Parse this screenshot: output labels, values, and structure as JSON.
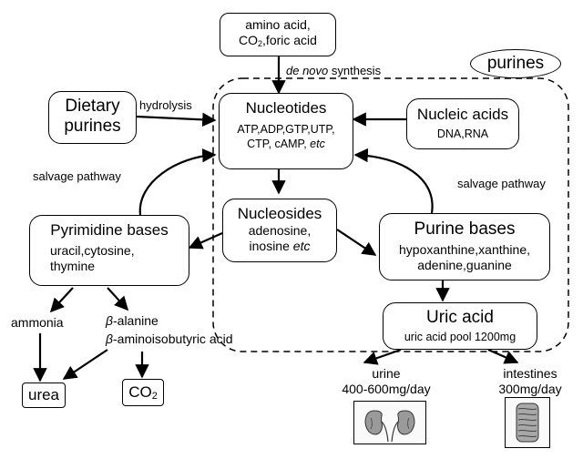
{
  "precursors": {
    "line1": "amino acid,",
    "line2_a": "CO",
    "line2_sub": "2",
    "line2_b": ",foric acid"
  },
  "de_novo": "de novo",
  "de_novo_rest": " synthesis",
  "purines_label": "purines",
  "dietary": {
    "line1": "Dietary",
    "line2": "purines"
  },
  "hydrolysis": "hydrolysis",
  "nucleotides": {
    "title": "Nucleotides",
    "line1": "ATP,ADP,GTP,UTP,",
    "line2_a": "CTP, cAMP, ",
    "line2_it": "etc"
  },
  "nucleic_acids": {
    "title": "Nucleic acids",
    "sub": "DNA,RNA"
  },
  "salvage_left": "salvage pathway",
  "salvage_right": "salvage pathway",
  "nucleosides": {
    "title": "Nucleosides",
    "line1": "adenosine,",
    "line2_a": "inosine ",
    "line2_it": "etc"
  },
  "pyrimidine": {
    "title": "Pyrimidine bases",
    "line1": "uracil,cytosine,",
    "line2": "thymine"
  },
  "purine_bases": {
    "title": "Purine bases",
    "line1": "hypoxanthine,xanthine,",
    "line2": "adenine,guanine"
  },
  "ammonia": "ammonia",
  "beta_alanine": {
    "sym": "β",
    "rest": "-alanine"
  },
  "beta_amino": {
    "sym": "β",
    "rest": "-aminoisobutyric acid"
  },
  "uric_acid": {
    "title": "Uric acid",
    "sub": "uric acid pool 1200mg"
  },
  "urea": "urea",
  "co2": {
    "a": "CO",
    "sub": "2"
  },
  "urine": {
    "line1": "urine",
    "line2": "400-600mg/day"
  },
  "intestines": {
    "line1": "intestines",
    "line2": "300mg/day"
  },
  "icons": [
    "kidney-icon",
    "intestine-icon"
  ],
  "colors": {
    "stroke": "#000000",
    "background": "#ffffff"
  }
}
